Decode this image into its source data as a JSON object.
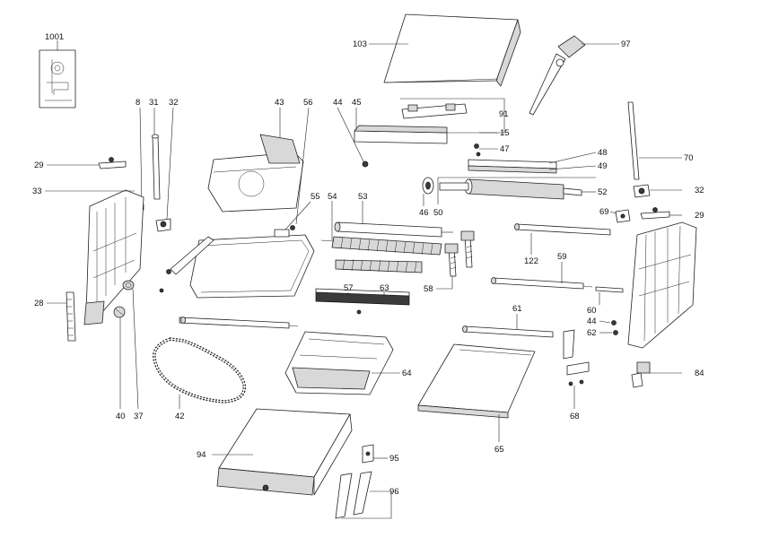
{
  "callouts": {
    "c1001": "1001",
    "c103": "103",
    "c97": "97",
    "c8": "8",
    "c31": "31",
    "c32a": "32",
    "c43": "43",
    "c56": "56",
    "c44a": "44",
    "c45": "45",
    "c91": "91",
    "c15": "15",
    "c47": "47",
    "c48": "48",
    "c49": "49",
    "c70": "70",
    "c29a": "29",
    "c33": "33",
    "c55": "55",
    "c54": "54",
    "c53": "53",
    "c46": "46",
    "c50": "50",
    "c52": "52",
    "c32b": "32",
    "c69": "69",
    "c29b": "29",
    "c122": "122",
    "c59": "59",
    "c28": "28",
    "c57": "57",
    "c63": "63",
    "c58": "58",
    "c60": "60",
    "c61": "61",
    "c44b": "44",
    "c62": "62",
    "c64": "64",
    "c84": "84",
    "c40": "40",
    "c37": "37",
    "c42": "42",
    "c65": "65",
    "c68": "68",
    "c94": "94",
    "c95": "95",
    "c96": "96"
  }
}
